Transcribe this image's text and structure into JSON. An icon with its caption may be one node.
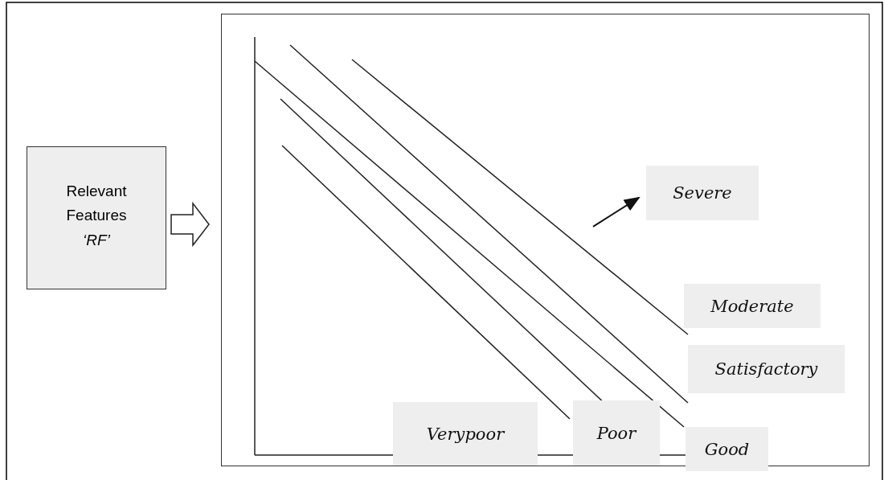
{
  "diagram": {
    "nodes": [
      {
        "text": [
          "Relevant Features *‘RF’*"
        ]
      },
      {
        "text": [],
        "shape": "box"
      },
      {
        "text": [
          "Severe"
        ],
        "in": 1
      },
      {
        "text": [
          "Moderate"
        ],
        "in": 1
      },
      {
        "text": [
          "Satisfactory"
        ],
        "in": 1
      },
      {
        "text": [
          "Verypoor"
        ],
        "in": 1
      },
      {
        "text": [
          "Poor"
        ],
        "in": 1
      },
      {
        "text": [
          "Good"
        ],
        "in": 1
      }
    ],
    "edges": [
      {
        "from": 0,
        "to": 1,
        "arrow": "to"
      },
      {
        "from": null,
        "to": 2,
        "arrow": "to"
      }
    ]
  }
}
